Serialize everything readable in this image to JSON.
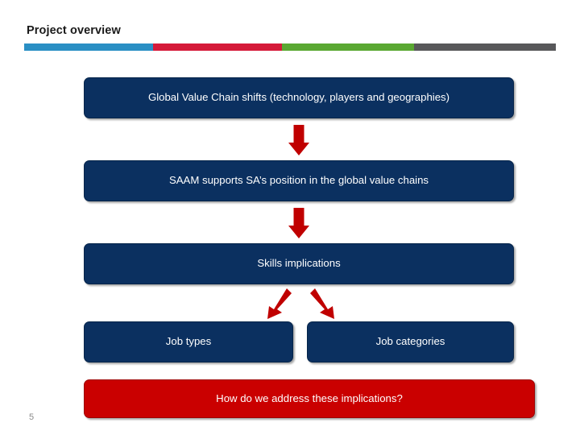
{
  "slide": {
    "title": "Project overview",
    "page_number": "5"
  },
  "divider": {
    "colors": [
      "#2a8fc4",
      "#d51a39",
      "#5aa832",
      "#58585a"
    ]
  },
  "flow": {
    "accent_navy": "#0b3060",
    "accent_red": "#ca0000",
    "arrow_color": "#c00000",
    "boxes": [
      {
        "id": "gvc",
        "label": "Global Value Chain shifts (technology, players and geographies)",
        "color": "#0b3060"
      },
      {
        "id": "saam",
        "label": "SAAM supports SA’s position in the global value chains",
        "color": "#0b3060"
      },
      {
        "id": "skills",
        "label": "Skills implications",
        "color": "#0b3060"
      },
      {
        "id": "jobtypes",
        "label": "Job types",
        "color": "#0b3060"
      },
      {
        "id": "jobcats",
        "label": "Job categories",
        "color": "#0b3060"
      },
      {
        "id": "howdo",
        "label": "How do we address these implications?",
        "color": "#ca0000"
      }
    ],
    "arrows": [
      {
        "id": "gvc-to-saam",
        "direction": "down"
      },
      {
        "id": "saam-to-skills",
        "direction": "down"
      },
      {
        "id": "skills-to-jobtypes",
        "direction": "down-left"
      },
      {
        "id": "skills-to-jobcats",
        "direction": "down-right"
      }
    ]
  }
}
